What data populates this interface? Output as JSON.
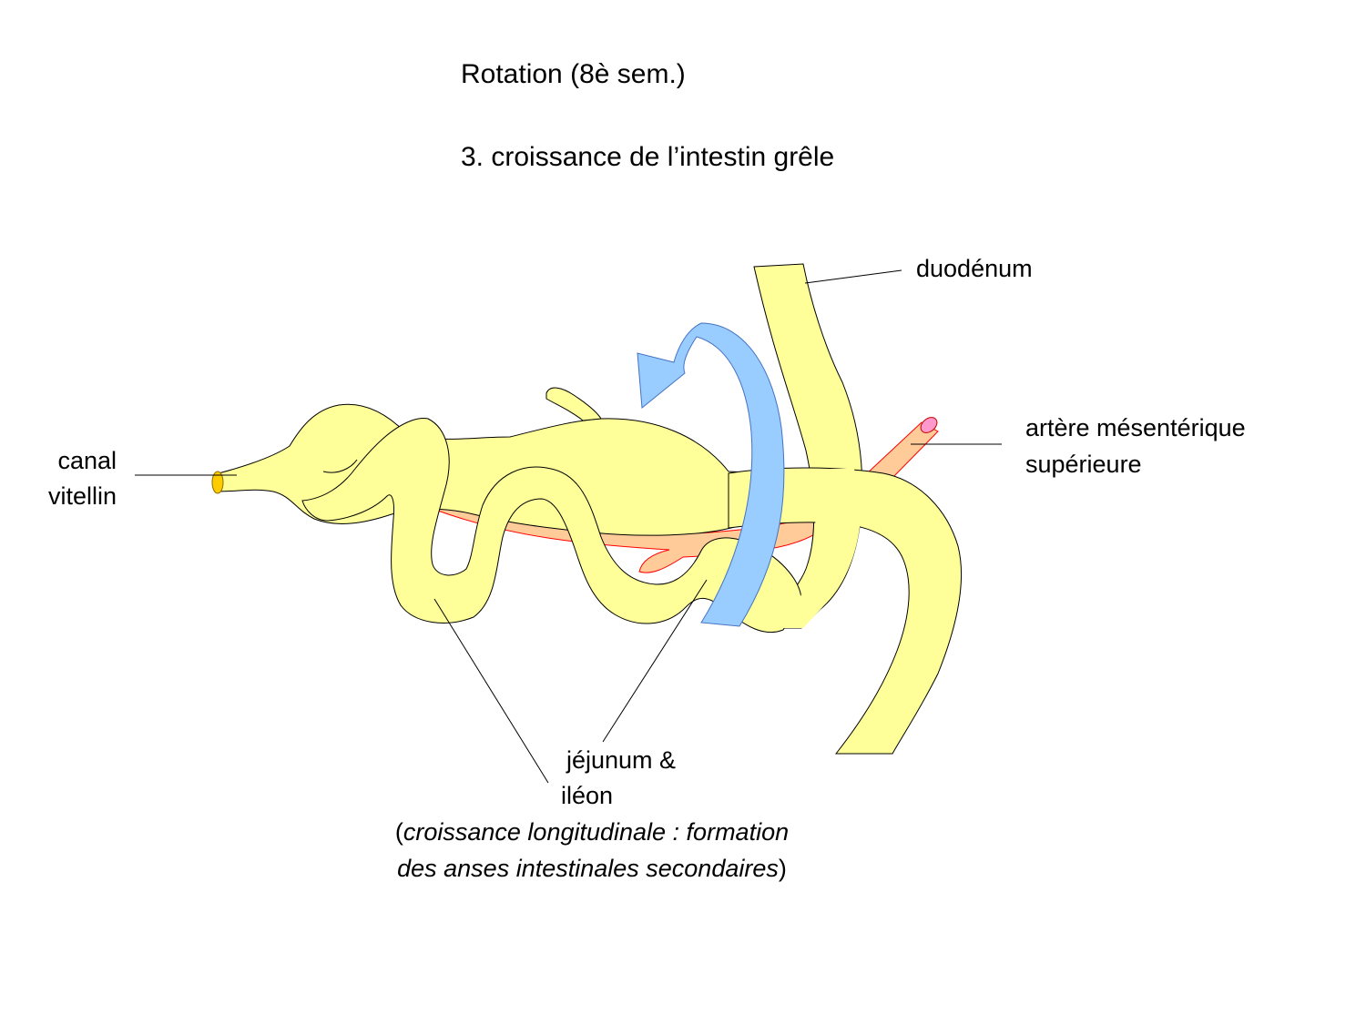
{
  "slide": {
    "title_line1": "Rotation (8è sem.)",
    "title_line2": "3. croissance de l’intestin grêle"
  },
  "labels": {
    "duodenum": "duodénum",
    "artere_line1": "artère mésentérique",
    "artere_line2": "supérieure",
    "canal_line1": "canal",
    "canal_line2": "vitellin",
    "jejunum_line1": "jéjunum &",
    "jejunum_line2": "iléon",
    "caption_open": "(",
    "caption_italic_1": "croissance longitudinale : formation",
    "caption_italic_2": "des anses intestinales secondaires",
    "caption_close": ")"
  },
  "colors": {
    "intestine": "#FFFF99",
    "artery": "#FFCC99",
    "artery_edge": "#FF0000",
    "arrow": "#99CCFF",
    "arrow_edge": "#4472C4",
    "vessel_end": "#FF99CC",
    "vitelline_end": "#FFCC00"
  }
}
